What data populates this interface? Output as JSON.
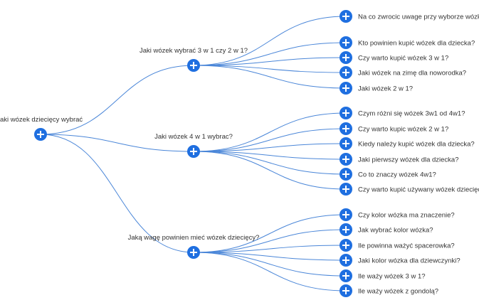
{
  "colors": {
    "node_fill": "#1f6fe0",
    "link_stroke": "#4a86d8",
    "label_text": "#333333"
  },
  "icons": {
    "node": "plus-circle-icon"
  },
  "tree": {
    "root": {
      "label": "jaki wózek dziecięcy wybrać"
    },
    "branches": [
      {
        "label": "Jaki wózek wybrać 3 w 1 czy 2 w 1?",
        "children": [
          "Na co zwrocic uwage przy wyborze wózka?",
          "Kto powinien kupić wózek dla dziecka?",
          "Czy warto kupić wózek 3 w 1?",
          "Jaki wózek na zimę dla noworodka?",
          "Jaki wózek 2 w 1?"
        ]
      },
      {
        "label": "Jaki wózek 4 w 1 wybrac?",
        "children": [
          "Czym różni się wózek 3w1 od 4w1?",
          "Czy warto kupic wózek 2 w 1?",
          "Kiedy należy kupić wózek dla dziecka?",
          "Jaki pierwszy wózek dla dziecka?",
          "Co to znaczy wózek 4w1?",
          "Czy warto kupić używany wózek dziecięcy?"
        ]
      },
      {
        "label": "Jaką wagę powinien mieć wózek dziecięcy?",
        "children": [
          "Czy kolor wózka ma znaczenie?",
          "Jak wybrać kolor wózka?",
          "Ile powinna ważyć spacerowka?",
          "Jaki kolor wózka dla dziewczynki?",
          "Ile waży wózek 3 w 1?",
          "Ile waży wózek z gondolą?"
        ]
      }
    ]
  }
}
